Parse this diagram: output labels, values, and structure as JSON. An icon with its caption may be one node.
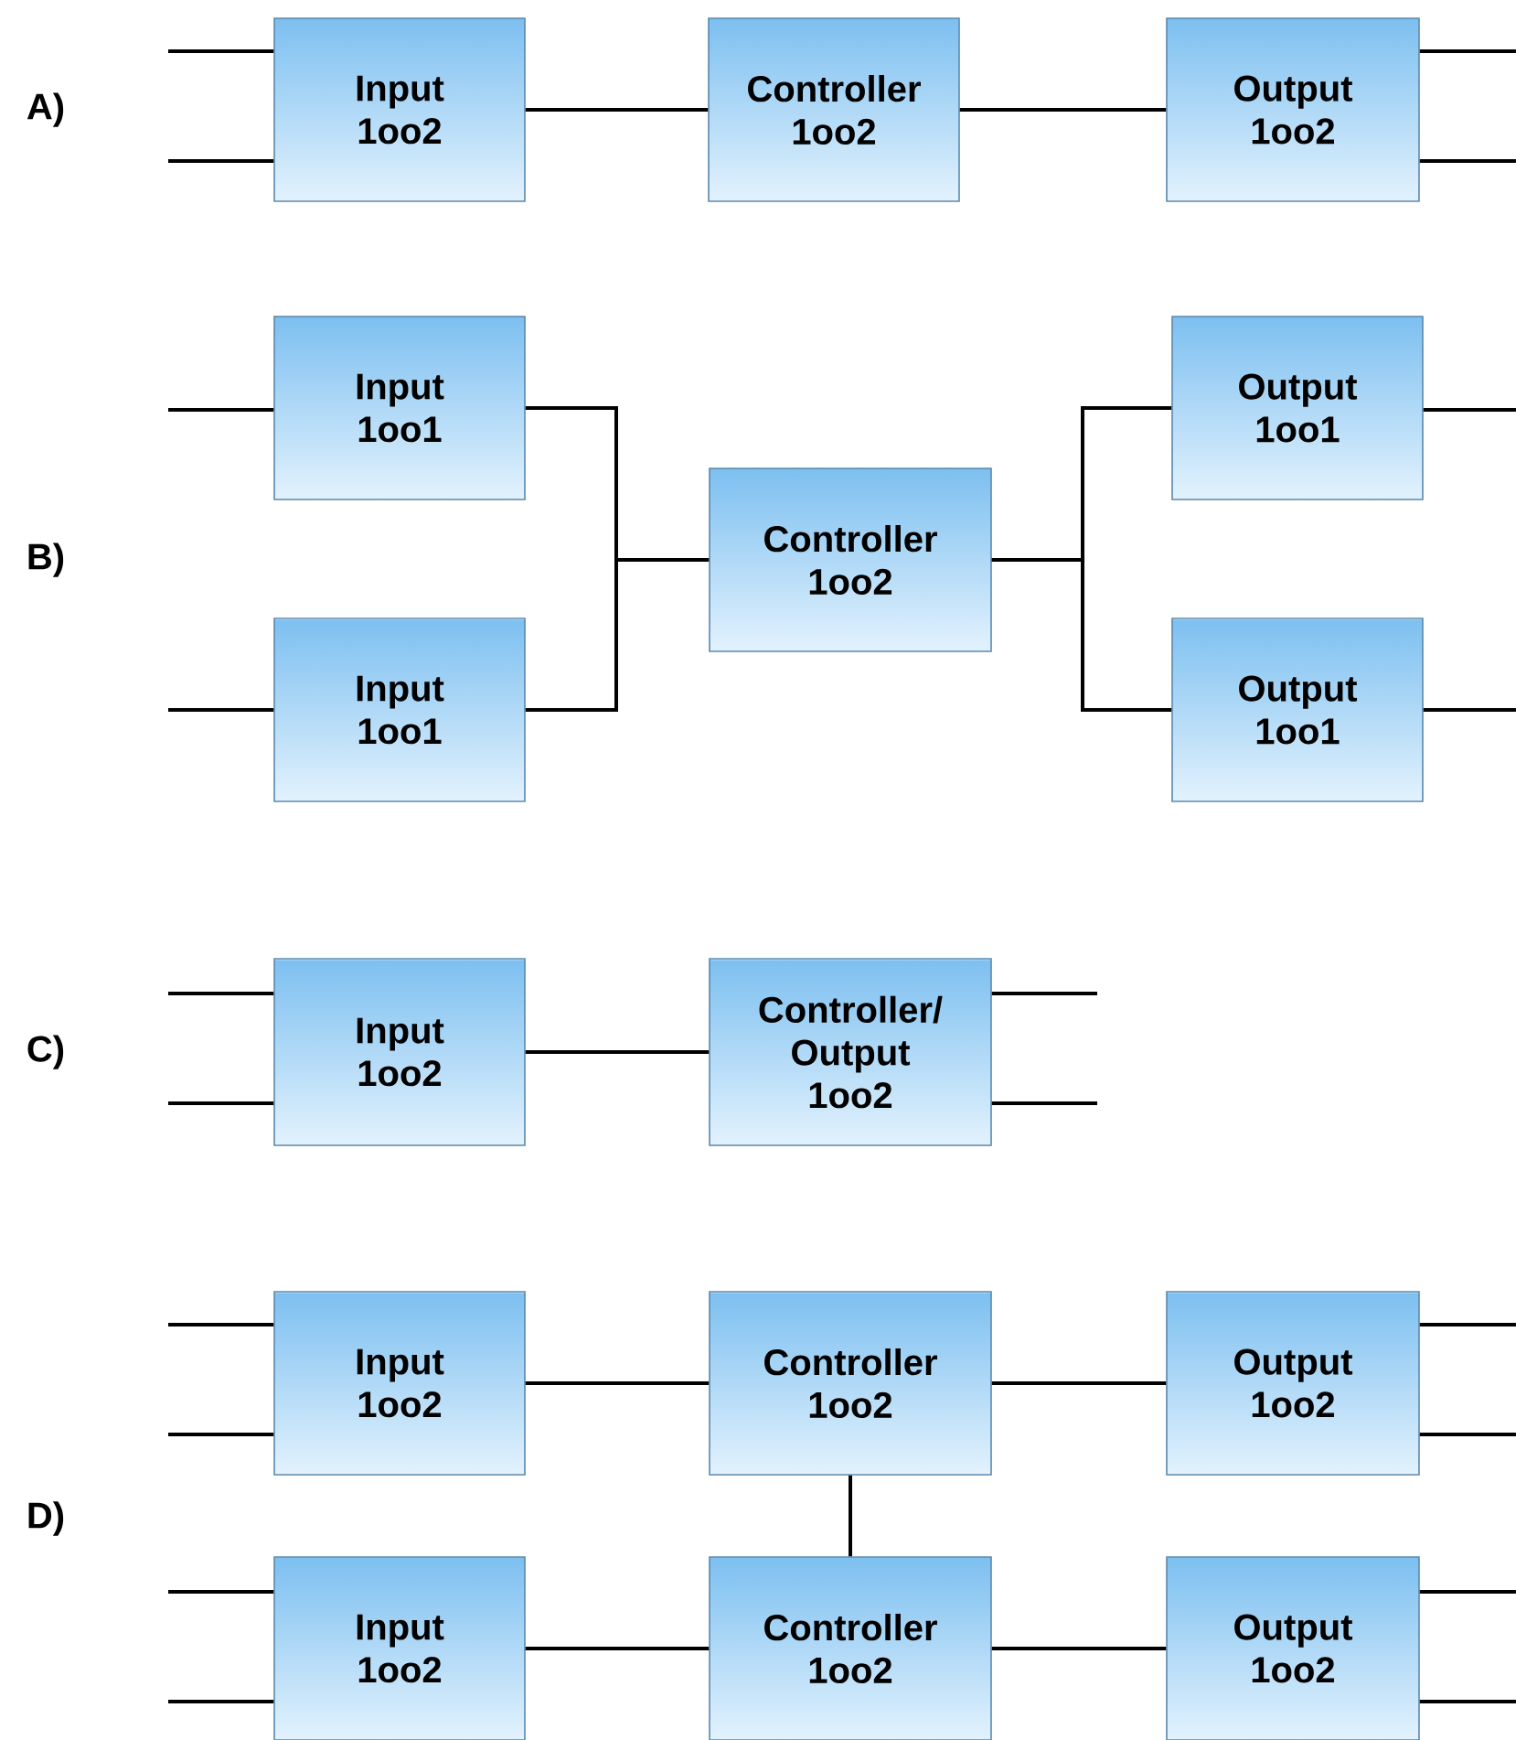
{
  "diagram": {
    "nodes": [
      {
        "text": [
          "Input 1oo2"
        ]
      },
      {
        "text": [
          "Controller 1oo2"
        ]
      },
      {
        "text": [
          "Output 1oo2"
        ]
      },
      {
        "text": [
          "Input 1oo1"
        ]
      },
      {
        "text": [
          "Input 1oo1"
        ]
      },
      {
        "text": [
          "Controller 1oo2"
        ]
      },
      {
        "text": [
          "Output 1oo1"
        ]
      },
      {
        "text": [
          "Output 1oo1"
        ]
      },
      {
        "text": [
          "Input 1oo2"
        ]
      },
      {
        "text": [
          "Controller/ Output 1oo2"
        ]
      },
      {
        "text": [
          "Input 1oo2"
        ]
      },
      {
        "text": [
          "Controller 1oo2"
        ]
      },
      {
        "text": [
          "Output 1oo2"
        ]
      },
      {
        "text": [
          "Input 1oo2"
        ]
      },
      {
        "text": [
          "Controller 1oo2"
        ]
      },
      {
        "text": [
          "Output 1oo2"
        ]
      }
    ],
    "edges": [
      {
        "from": null,
        "to": 0,
        "arrow": "none"
      },
      {
        "from": null,
        "to": 0,
        "arrow": "none"
      },
      {
        "from": 0,
        "to": 1,
        "arrow": "none"
      },
      {
        "from": 1,
        "to": 2,
        "arrow": "none"
      },
      {
        "from": 2,
        "to": null,
        "arrow": "none"
      },
      {
        "from": 2,
        "to": null,
        "arrow": "none"
      },
      {
        "from": null,
        "to": 3,
        "arrow": "none"
      },
      {
        "from": null,
        "to": 4,
        "arrow": "none"
      },
      {
        "from": 3,
        "to": 5,
        "arrow": "none"
      },
      {
        "from": 4,
        "to": 5,
        "arrow": "none"
      },
      {
        "from": 5,
        "to": 6,
        "arrow": "none"
      },
      {
        "from": 5,
        "to": 7,
        "arrow": "none"
      },
      {
        "from": 6,
        "to": null,
        "arrow": "none"
      },
      {
        "from": 7,
        "to": null,
        "arrow": "none"
      },
      {
        "from": null,
        "to": 8,
        "arrow": "none"
      },
      {
        "from": null,
        "to": 8,
        "arrow": "none"
      },
      {
        "from": 8,
        "to": 9,
        "arrow": "none"
      },
      {
        "from": 9,
        "to": null,
        "arrow": "none"
      },
      {
        "from": 9,
        "to": null,
        "arrow": "none"
      },
      {
        "from": null,
        "to": 10,
        "arrow": "none"
      },
      {
        "from": null,
        "to": 10,
        "arrow": "none"
      },
      {
        "from": 10,
        "to": 11,
        "arrow": "none"
      },
      {
        "from": 11,
        "to": 12,
        "arrow": "none"
      },
      {
        "from": 12,
        "to": null,
        "arrow": "none"
      },
      {
        "from": 12,
        "to": null,
        "arrow": "none"
      },
      {
        "from": 11,
        "to": 14,
        "arrow": "none"
      },
      {
        "from": null,
        "to": 13,
        "arrow": "none"
      },
      {
        "from": null,
        "to": 13,
        "arrow": "none"
      },
      {
        "from": 13,
        "to": 14,
        "arrow": "none"
      },
      {
        "from": 14,
        "to": 15,
        "arrow": "none"
      },
      {
        "from": 15,
        "to": null,
        "arrow": "none"
      },
      {
        "from": 15,
        "to": null,
        "arrow": "none"
      }
    ],
    "labels": [
      "A)",
      "B)",
      "C)",
      "D)"
    ]
  }
}
